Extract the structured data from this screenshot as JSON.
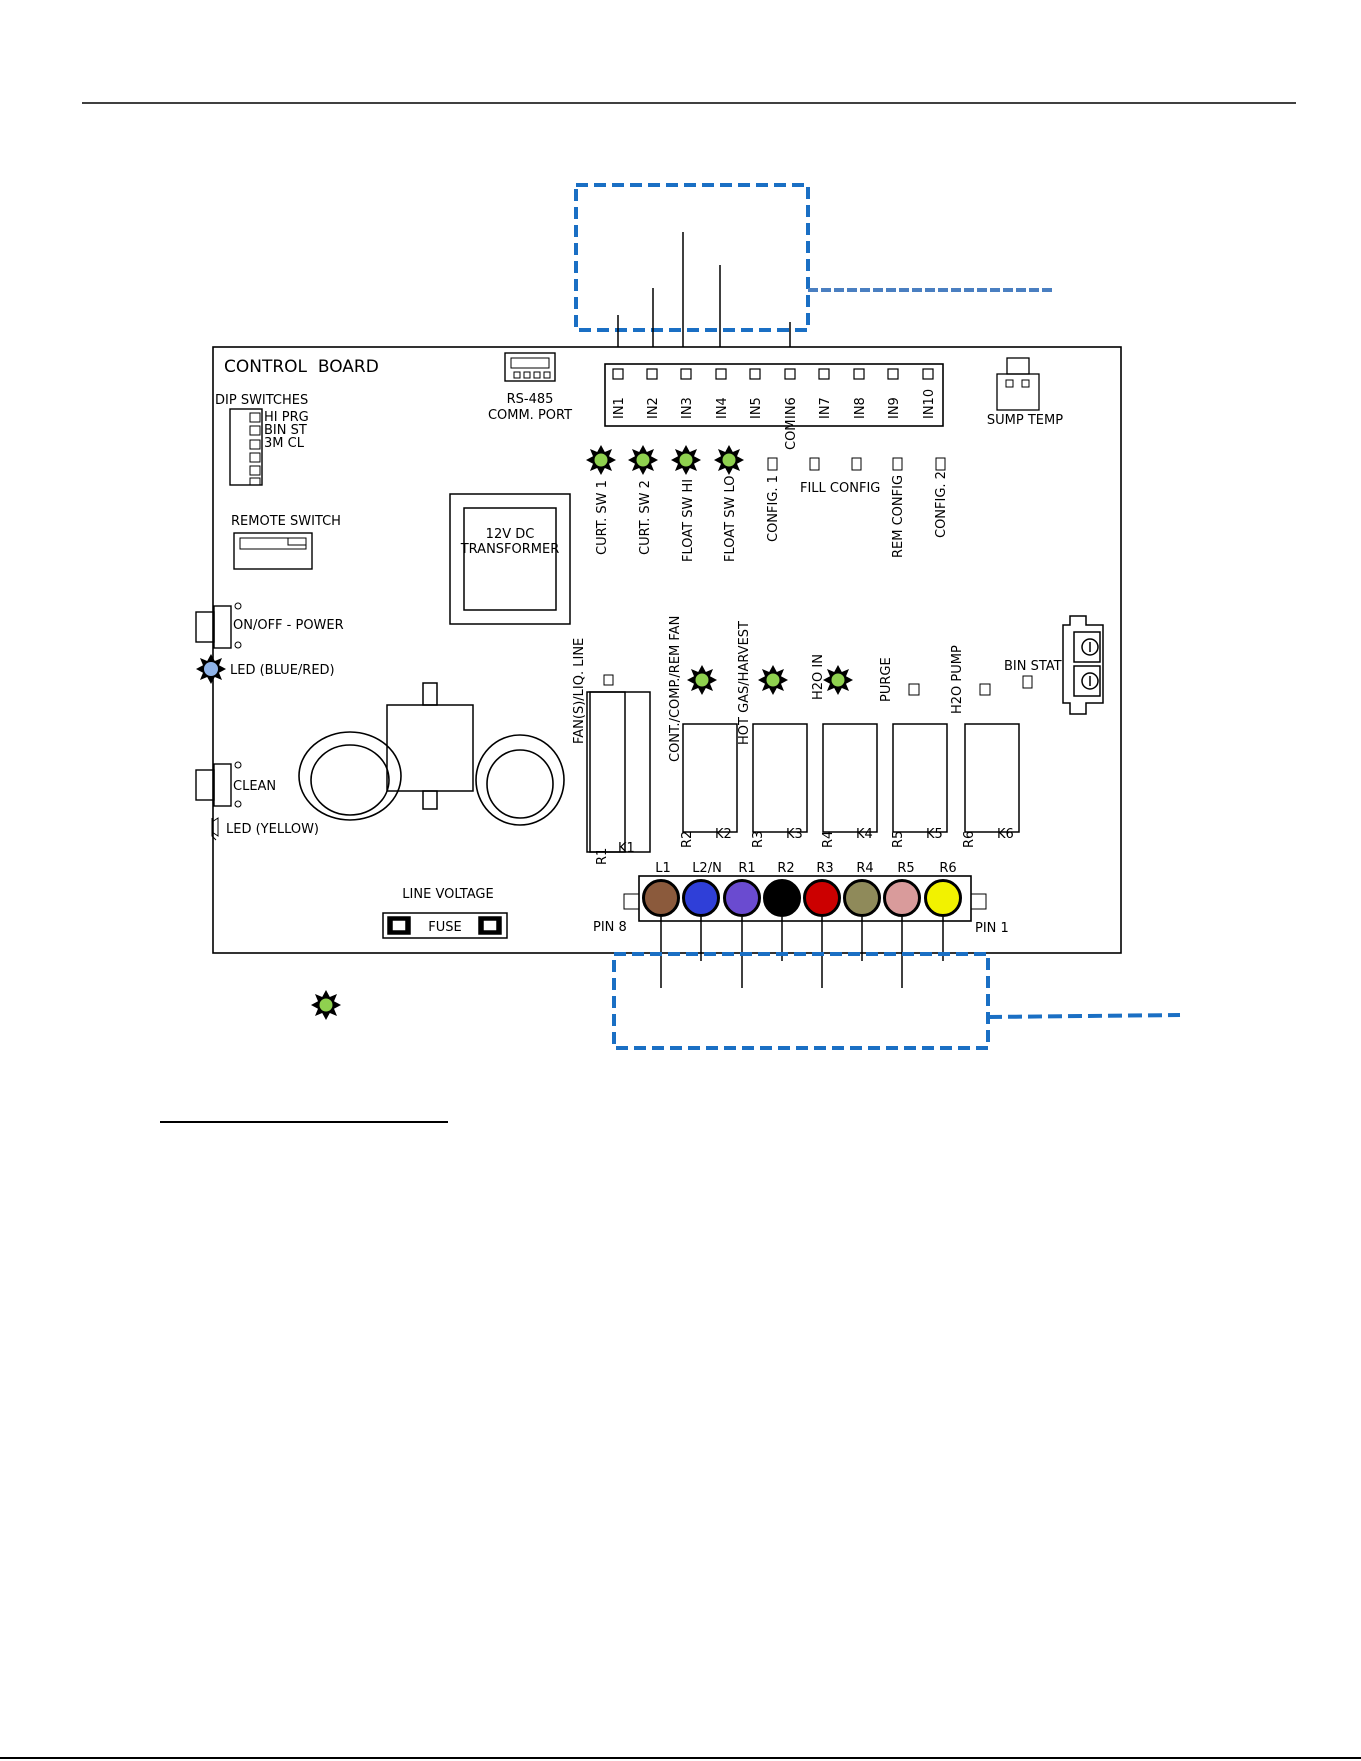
{
  "board": {
    "title": "CONTROL  BOARD",
    "rs485": {
      "line1": "RS-485",
      "line2": "COMM. PORT"
    },
    "sump_temp": "SUMP TEMP",
    "dip": {
      "title": "DIP SWITCHES",
      "labels": [
        "HI PRG",
        "BIN ST",
        "3M CL"
      ]
    },
    "remote_switch": "REMOTE SWITCH",
    "transformer": {
      "line1": "12V DC",
      "line2": "TRANSFORMER"
    },
    "on_off": "ON/OFF - POWER",
    "led_blue_red": "LED (BLUE/RED)",
    "clean": "CLEAN",
    "led_yellow": "LED (YELLOW)",
    "line_voltage": "LINE VOLTAGE",
    "fuse": "FUSE",
    "bin_stat": "BIN STAT",
    "pin8": "PIN 8",
    "pin1": "PIN 1",
    "com": "COM"
  },
  "input_pins": [
    "IN1",
    "IN2",
    "IN3",
    "IN4",
    "IN5",
    "IN6",
    "IN7",
    "IN8",
    "IN9",
    "IN10"
  ],
  "input_leds": [
    {
      "label": "CURT. SW 1",
      "lit": true
    },
    {
      "label": "CURT. SW 2",
      "lit": true
    },
    {
      "label": "FLOAT SW HI",
      "lit": true
    },
    {
      "label": "FLOAT SW LO",
      "lit": true
    },
    {
      "label": "CONFIG. 1",
      "lit": false
    },
    {
      "label": "FILL CONFIG",
      "lit": false
    },
    {
      "label": "REM CONFIG",
      "lit": false
    },
    {
      "label": "CONFIG. 2",
      "lit": false
    }
  ],
  "relays": [
    {
      "label": "FAN(S)/LIQ. LINE",
      "r": "R1",
      "k": "K1",
      "lit": false
    },
    {
      "label": "CONT./COMP./REM FAN",
      "r": "R2",
      "k": "K2",
      "lit": true
    },
    {
      "label": "HOT GAS/HARVEST",
      "r": "R3",
      "k": "K3",
      "lit": true
    },
    {
      "label": "H2O IN",
      "r": "R4",
      "k": "K4",
      "lit": true
    },
    {
      "label": "PURGE",
      "r": "R5",
      "k": "K5",
      "lit": false
    },
    {
      "label": "H2O PUMP",
      "r": "R6",
      "k": "K6",
      "lit": false
    }
  ],
  "terminals": [
    {
      "label": "L1",
      "color": "#8b5a3c"
    },
    {
      "label": "L2/N",
      "color": "#2f3fd8"
    },
    {
      "label": "R1",
      "color": "#6a4bd0"
    },
    {
      "label": "R2",
      "color": "#000000"
    },
    {
      "label": "R3",
      "color": "#cc0000"
    },
    {
      "label": "R4",
      "color": "#8f8a5a"
    },
    {
      "label": "R5",
      "color": "#d99b9b"
    },
    {
      "label": "R6",
      "color": "#f2f200"
    }
  ],
  "colors": {
    "led_green": "#8fd14f",
    "led_blue": "#8fb3e8",
    "callout_blue": "#1a6fc4"
  }
}
